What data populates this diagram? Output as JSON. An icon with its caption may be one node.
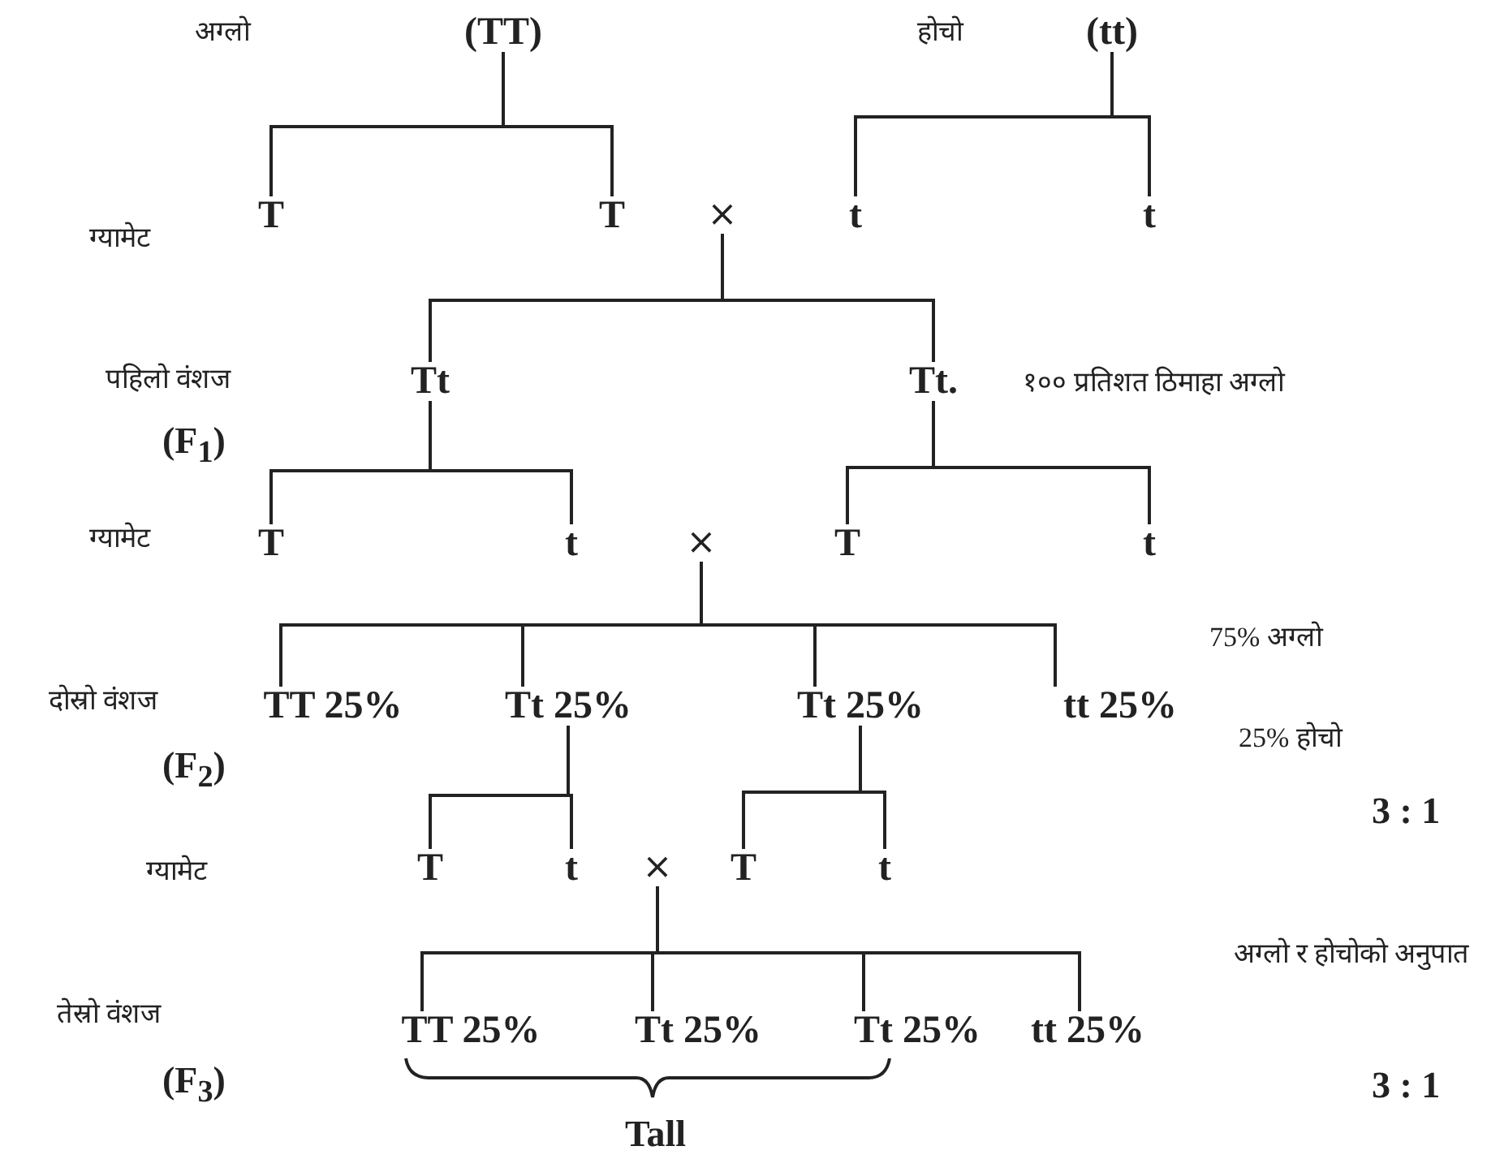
{
  "diagram": {
    "nodes": [
      {
        "text": [
          "(TT)"
        ]
      },
      {
        "text": [
          "(tt)"
        ]
      },
      {
        "text": [
          "T"
        ]
      },
      {
        "text": [
          "T"
        ]
      },
      {
        "text": [
          "t"
        ]
      },
      {
        "text": [
          "t"
        ]
      },
      {
        "text": [
          "×"
        ]
      },
      {
        "text": [
          "Tt"
        ]
      },
      {
        "text": [
          "Tt."
        ],
        "beside": [
          "१०० प्रतिशत ठिमाहा अग्लो"
        ]
      },
      {
        "text": [
          "T"
        ]
      },
      {
        "text": [
          "t"
        ]
      },
      {
        "text": [
          "T"
        ]
      },
      {
        "text": [
          "t"
        ]
      },
      {
        "text": [
          "×"
        ]
      },
      {
        "text": [
          "TT 25%"
        ]
      },
      {
        "text": [
          "Tt 25%"
        ]
      },
      {
        "text": [
          "Tt 25%"
        ]
      },
      {
        "text": [
          "tt 25%"
        ]
      },
      {
        "text": [
          "T"
        ]
      },
      {
        "text": [
          "t"
        ]
      },
      {
        "text": [
          "T"
        ]
      },
      {
        "text": [
          "t"
        ]
      },
      {
        "text": [
          "×"
        ]
      },
      {
        "text": [
          "TT 25%"
        ]
      },
      {
        "text": [
          "Tt 25%"
        ]
      },
      {
        "text": [
          "Tt 25%"
        ]
      },
      {
        "text": [
          "tt 25%"
        ]
      }
    ],
    "edges": [
      {
        "from": 0,
        "to": 2,
        "arrow": "none"
      },
      {
        "from": 0,
        "to": 3,
        "arrow": "none"
      },
      {
        "from": 1,
        "to": 4,
        "arrow": "none"
      },
      {
        "from": 1,
        "to": 5,
        "arrow": "none"
      },
      {
        "from": 6,
        "to": 7,
        "arrow": "none"
      },
      {
        "from": 6,
        "to": 8,
        "arrow": "none"
      },
      {
        "from": 7,
        "to": 9,
        "arrow": "none"
      },
      {
        "from": 7,
        "to": 10,
        "arrow": "none"
      },
      {
        "from": 8,
        "to": 11,
        "arrow": "none"
      },
      {
        "from": 8,
        "to": 12,
        "arrow": "none"
      },
      {
        "from": 13,
        "to": 14,
        "arrow": "none"
      },
      {
        "from": 13,
        "to": 15,
        "arrow": "none"
      },
      {
        "from": 13,
        "to": 16,
        "arrow": "none"
      },
      {
        "from": 13,
        "to": 17,
        "arrow": "none"
      },
      {
        "from": 15,
        "to": 18,
        "arrow": "none"
      },
      {
        "from": 15,
        "to": 19,
        "arrow": "none"
      },
      {
        "from": 16,
        "to": 20,
        "arrow": "none"
      },
      {
        "from": 16,
        "to": 21,
        "arrow": "none"
      },
      {
        "from": 22,
        "to": 23,
        "arrow": "none"
      },
      {
        "from": 22,
        "to": 24,
        "arrow": "none"
      },
      {
        "from": 22,
        "to": 25,
        "arrow": "none"
      },
      {
        "from": 22,
        "to": 26,
        "arrow": "none"
      }
    ],
    "labels": [
      "अग्लो",
      "होचो",
      "ग्यामेट",
      "पहिलो वंशज",
      "(F$_{1}$)",
      "ग्यामेट",
      "75% अग्लो",
      "दोस्रो वंशज",
      "(F$_{2}$)",
      "25% होचो",
      "3 : 1",
      "ग्यामेट",
      "अग्लो र होचोको अनुपात",
      "तेस्रो वंशज",
      "(F$_{3}$)",
      "3 : 1",
      "Tall"
    ]
  }
}
